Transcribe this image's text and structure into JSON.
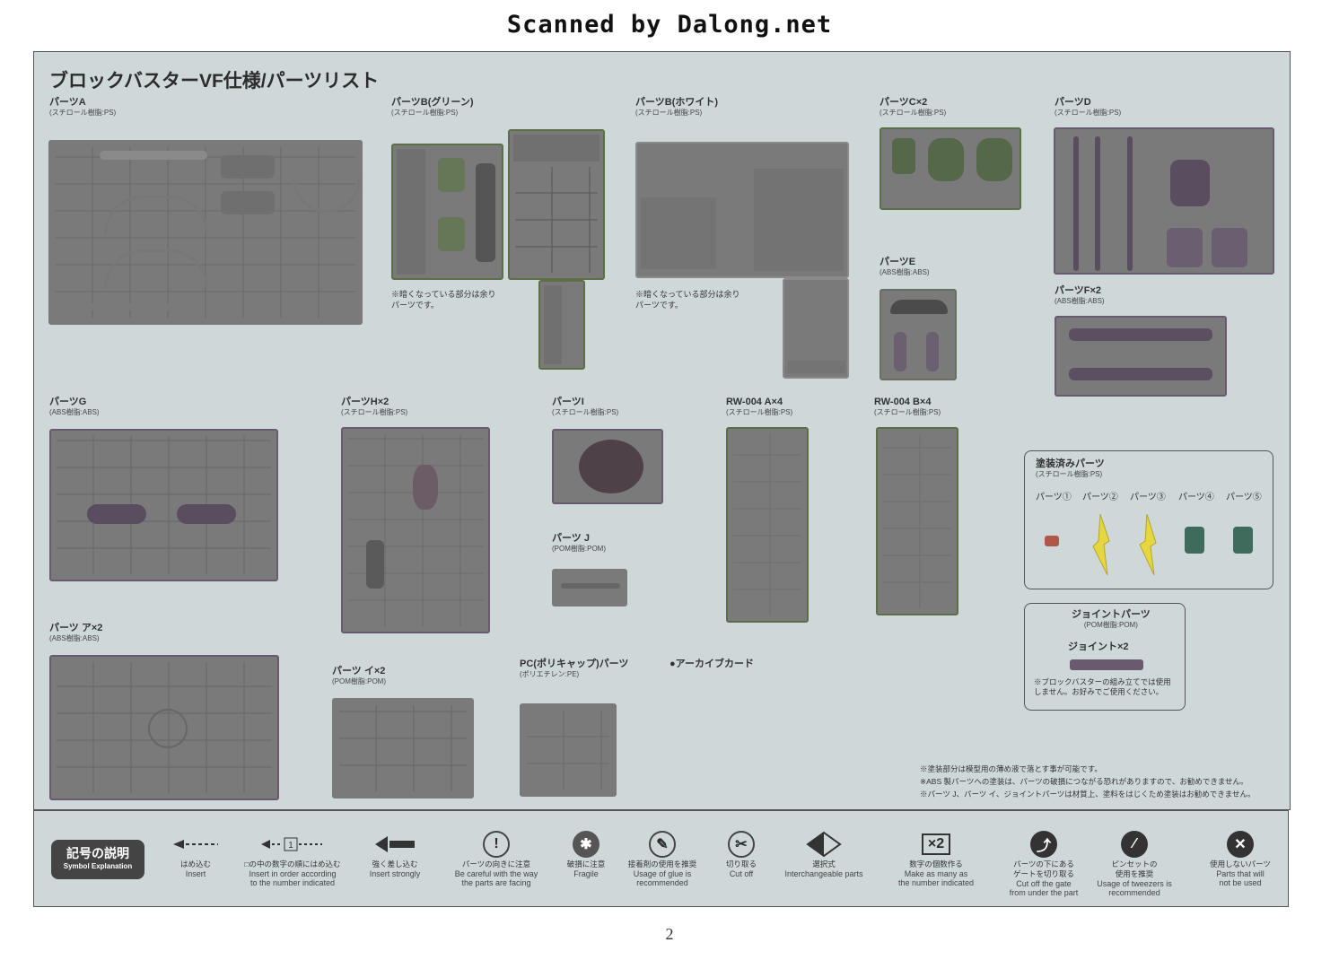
{
  "header_stamp": "Scanned by Dalong.net",
  "title": "ブロックバスターVF仕様/パーツリスト",
  "parts": {
    "a": {
      "name": "パーツA",
      "mat": "(スチロール樹脂:PS)"
    },
    "b_green": {
      "name": "パーツB(グリーン)",
      "mat": "(スチロール樹脂:PS)",
      "note": "※暗くなっている部分は余り\nパーツです。"
    },
    "b_white": {
      "name": "パーツB(ホワイト)",
      "mat": "(スチロール樹脂:PS)",
      "note": "※暗くなっている部分は余り\nパーツです。"
    },
    "c": {
      "name": "パーツC×2",
      "mat": "(スチロール樹脂:PS)"
    },
    "d": {
      "name": "パーツD",
      "mat": "(スチロール樹脂:PS)"
    },
    "e": {
      "name": "パーツE",
      "mat": "(ABS樹脂:ABS)"
    },
    "f": {
      "name": "パーツF×2",
      "mat": "(ABS樹脂:ABS)"
    },
    "g": {
      "name": "パーツG",
      "mat": "(ABS樹脂:ABS)"
    },
    "h": {
      "name": "パーツH×2",
      "mat": "(スチロール樹脂:PS)"
    },
    "i": {
      "name": "パーツI",
      "mat": "(スチロール樹脂:PS)"
    },
    "j": {
      "name": "パーツ J",
      "mat": "(POM樹脂:POM)"
    },
    "rw_a": {
      "name": "RW-004 A×4",
      "mat": "(スチロール樹脂:PS)"
    },
    "rw_b": {
      "name": "RW-004 B×4",
      "mat": "(スチロール樹脂:PS)"
    },
    "ka": {
      "name": "パーツ ア×2",
      "mat": "(ABS樹脂:ABS)"
    },
    "ki": {
      "name": "パーツ イ×2",
      "mat": "(POM樹脂:POM)"
    },
    "pc": {
      "name": "PC(ポリキャップ)パーツ",
      "mat": "(ポリエチレン:PE)"
    },
    "archive": "●アーカイブカード"
  },
  "painted": {
    "title": "塗装済みパーツ",
    "mat": "(スチロール樹脂:PS)",
    "items": [
      "パーツ①",
      "パーツ②",
      "パーツ③",
      "パーツ④",
      "パーツ⑤"
    ]
  },
  "joint": {
    "title": "ジョイントパーツ",
    "mat": "(POM樹脂:POM)",
    "sub": "ジョイント×2",
    "note": "※ブロックバスターの組み立てでは使用\nしません。お好みでご使用ください。"
  },
  "footnotes": [
    "※塗装部分は模型用の薄め液で落とす事が可能です。",
    "※ABS 製パーツへの塗装は、パーツの破損につながる恐れがありますので、お勧めできません。",
    "※パーツ J、パーツ イ、ジョイントパーツは材質上、塗料をはじくため塗装はお勧めできません。"
  ],
  "legend": {
    "badge_jp": "記号の説明",
    "badge_en": "Symbol Explanation",
    "items": [
      {
        "jp": "はめ込む",
        "en": "Insert",
        "icon": "dashed-arrow-icon"
      },
      {
        "jp": "□の中の数字の順にはめ込む",
        "en": "Insert in order according\nto the number indicated",
        "icon": "numbered-arrow-icon"
      },
      {
        "jp": "強く差し込む",
        "en": "Insert strongly",
        "icon": "double-arrow-icon"
      },
      {
        "jp": "パーツの向きに注意",
        "en": "Be careful with the way\nthe parts are facing",
        "icon": "caution-icon"
      },
      {
        "jp": "破損に注意",
        "en": "Fragile",
        "icon": "fragile-icon"
      },
      {
        "jp": "接着剤の使用を推奨",
        "en": "Usage of glue is\nrecommended",
        "icon": "glue-icon"
      },
      {
        "jp": "切り取る",
        "en": "Cut off",
        "icon": "cut-icon"
      },
      {
        "jp": "選択式",
        "en": "Interchangeable parts",
        "icon": "choice-icon"
      },
      {
        "jp": "数字の個数作る",
        "en": "Make as many as\nthe number indicated",
        "icon": "multiply-icon"
      },
      {
        "jp": "パーツの下にある\nゲートを切り取る",
        "en": "Cut off the gate\nfrom under the part",
        "icon": "gate-cut-icon"
      },
      {
        "jp": "ピンセットの\n使用を推奨",
        "en": "Usage of tweezers is\nrecommended",
        "icon": "tweezers-icon"
      },
      {
        "jp": "使用しないパーツ",
        "en": "Parts that will\nnot be used",
        "icon": "unused-icon"
      }
    ],
    "multiply_label": "×2",
    "numbered_label": "1"
  },
  "page_number": "2",
  "colors": {
    "sheet": "#cfd8d9",
    "green": "#5f6f4c",
    "grey": "#7a7a7a",
    "purple": "#6a5a70",
    "yellow": "#e9d94a",
    "teal": "#3e6b5c"
  }
}
